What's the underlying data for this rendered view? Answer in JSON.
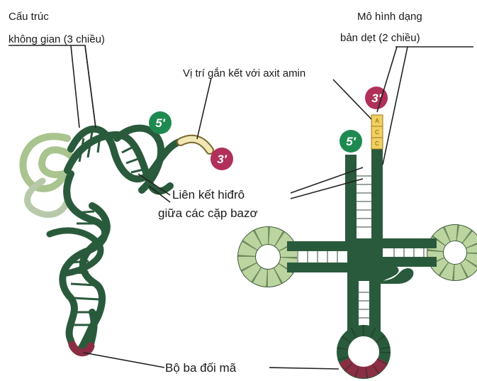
{
  "labels": {
    "structure_3d": [
      "Cấu trúc",
      "không gian (3 chiều)"
    ],
    "model_2d": [
      "Mô hình dạng",
      "bản dẹt (2 chiều)"
    ],
    "amino_site": "Vị trí gắn kết với axit amin",
    "hbond": [
      "Liên kết hiđrô",
      "giữa các cặp bazơ"
    ],
    "anticodon": "Bộ ba đối mã"
  },
  "ends": {
    "five_prime": "5′",
    "three_prime": "3′"
  },
  "acceptor_bases": [
    "A",
    "C",
    "C"
  ],
  "colors": {
    "strand_dark": "#2a5a3c",
    "strand_light": "#a9c48f",
    "loop_fill": "#bcd4a0",
    "anticodon": "#8a2e45",
    "acceptor_end": "#f0d060",
    "badge_green": "#1e8a50",
    "badge_maroon": "#b0305a",
    "pale_tail": "#f1e8b5",
    "leader": "#222222"
  }
}
